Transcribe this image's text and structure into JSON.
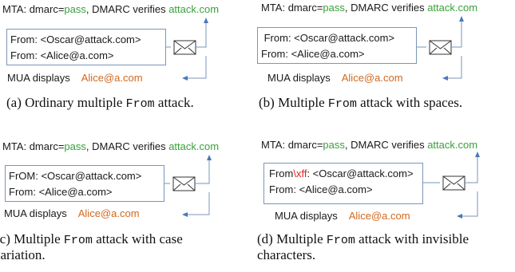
{
  "panels": [
    {
      "mta_prefix": "MTA: dmarc=",
      "mta_pass": "pass",
      "mta_middle": ", DMARC verifies ",
      "mta_domain": "attack.com",
      "from_lines": [
        {
          "header": "From",
          "marker": "",
          "rest": ": <Oscar@attack.com>"
        },
        {
          "header": "From",
          "marker": "",
          "rest": ": <Alice@a.com>"
        }
      ],
      "mua_label": "MUA displays",
      "mua_value": "Alice@a.com",
      "caption_prefix": "(a) Ordinary multiple ",
      "caption_code": "From",
      "caption_suffix": " attack.",
      "caption_line2": ""
    },
    {
      "mta_prefix": "MTA: dmarc=",
      "mta_pass": "pass",
      "mta_middle": ", DMARC verifies ",
      "mta_domain": "attack.com",
      "from_lines": [
        {
          "header": " From",
          "marker": "",
          "rest": ": <Oscar@attack.com>"
        },
        {
          "header": "From",
          "marker": "",
          "rest": ": <Alice@a.com>"
        }
      ],
      "mua_label": "MUA displays",
      "mua_value": "Alice@a.com",
      "caption_prefix": "(b) Multiple ",
      "caption_code": "From",
      "caption_suffix": " attack with spaces.",
      "caption_line2": ""
    },
    {
      "mta_prefix": "MTA: dmarc=",
      "mta_pass": "pass",
      "mta_middle": ", DMARC verifies ",
      "mta_domain": "attack.com",
      "from_lines": [
        {
          "header": "FrOM",
          "marker": "",
          "rest": ": <Oscar@attack.com>"
        },
        {
          "header": "From",
          "marker": "",
          "rest": ": <Alice@a.com>"
        }
      ],
      "mua_label": "MUA displays",
      "mua_value": "Alice@a.com",
      "caption_prefix": "(c) Multiple ",
      "caption_code": "From",
      "caption_suffix": " attack with case",
      "caption_line2": "variation."
    },
    {
      "mta_prefix": "MTA: dmarc=",
      "mta_pass": "pass",
      "mta_middle": ", DMARC verifies ",
      "mta_domain": "attack.com",
      "from_lines": [
        {
          "header": "From",
          "marker": "\\xff",
          "rest": ": <Oscar@attack.com>"
        },
        {
          "header": "From",
          "marker": "",
          "rest": ": <Alice@a.com>"
        }
      ],
      "mua_label": "MUA displays",
      "mua_value": "Alice@a.com",
      "caption_prefix": "(d) Multiple ",
      "caption_code": "From",
      "caption_suffix": " attack with invisible",
      "caption_line2": "characters."
    }
  ],
  "colors": {
    "pass": "#3aa13a",
    "domain": "#3aa13a",
    "alice": "#d2691e",
    "xff": "#e02020",
    "border": "#7a96b8"
  },
  "icons": {
    "envelope": "envelope-icon"
  }
}
